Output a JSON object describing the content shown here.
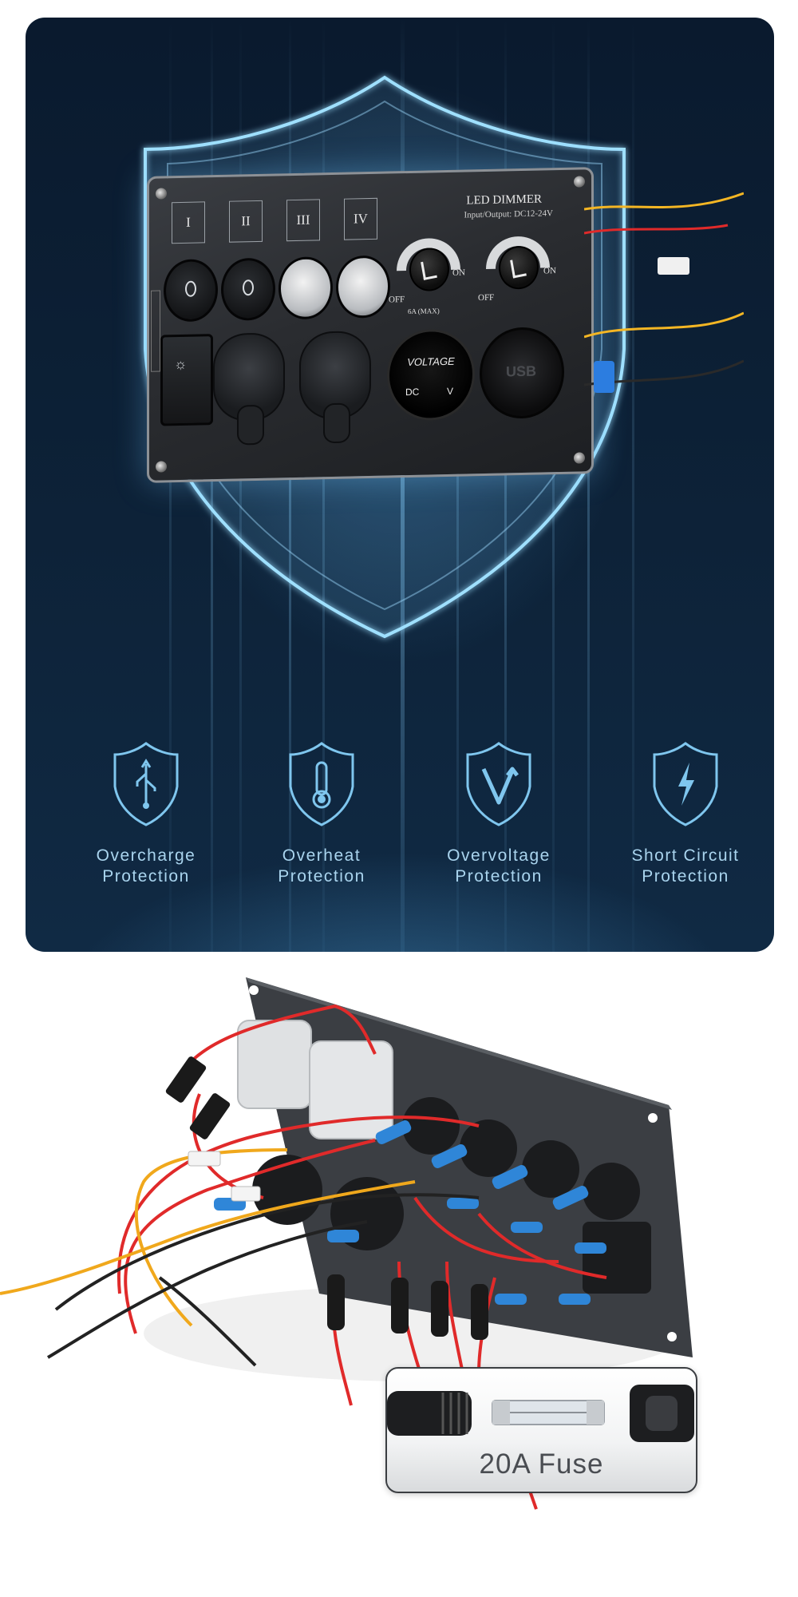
{
  "panel": {
    "channels": [
      "I",
      "II",
      "III",
      "IV"
    ],
    "dimmer_title": "LED DIMMER",
    "dimmer_spec": "Input/Output: DC12-24V",
    "knob_off": "OFF",
    "knob_on": "ON",
    "knob_max": "6A (MAX)",
    "voltmeter_title": "VOLTAGE",
    "voltmeter_dc": "DC",
    "voltmeter_v": "V",
    "usb_label": "USB"
  },
  "features": [
    {
      "icon": "usb-icon",
      "label": "Overcharge\nProtection"
    },
    {
      "icon": "thermometer-icon",
      "label": "Overheat\nProtection"
    },
    {
      "icon": "voltage-icon",
      "label": "Overvoltage\nProtection"
    },
    {
      "icon": "lightning-icon",
      "label": "Short Circuit\nProtection"
    }
  ],
  "fuse": {
    "label": "20A Fuse"
  },
  "colors": {
    "accent": "#a9d4ee",
    "background": "#0d2238"
  }
}
